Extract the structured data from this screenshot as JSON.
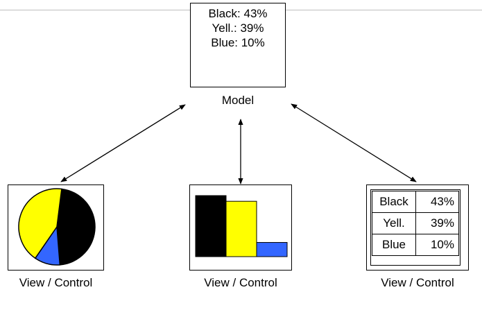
{
  "model": {
    "lines": [
      "Black: 43%",
      "Yell.: 39%",
      "Blue: 10%"
    ],
    "label": "Model"
  },
  "views": [
    {
      "type": "pie",
      "caption": "View / Control"
    },
    {
      "type": "bar",
      "caption": "View / Control"
    },
    {
      "type": "table",
      "caption": "View / Control"
    }
  ],
  "table": {
    "rows": [
      {
        "name": "Black",
        "value": "43%"
      },
      {
        "name": "Yell.",
        "value": "39%"
      },
      {
        "name": "Blue",
        "value": "10%"
      }
    ]
  },
  "series": [
    {
      "name": "Black",
      "value": 43,
      "color": "#000000"
    },
    {
      "name": "Yellow",
      "value": 39,
      "color": "#ffff00"
    },
    {
      "name": "Blue",
      "value": 10,
      "color": "#3366ff"
    }
  ],
  "colors": {
    "line": "#000000",
    "rule": "#bdbdbd"
  }
}
